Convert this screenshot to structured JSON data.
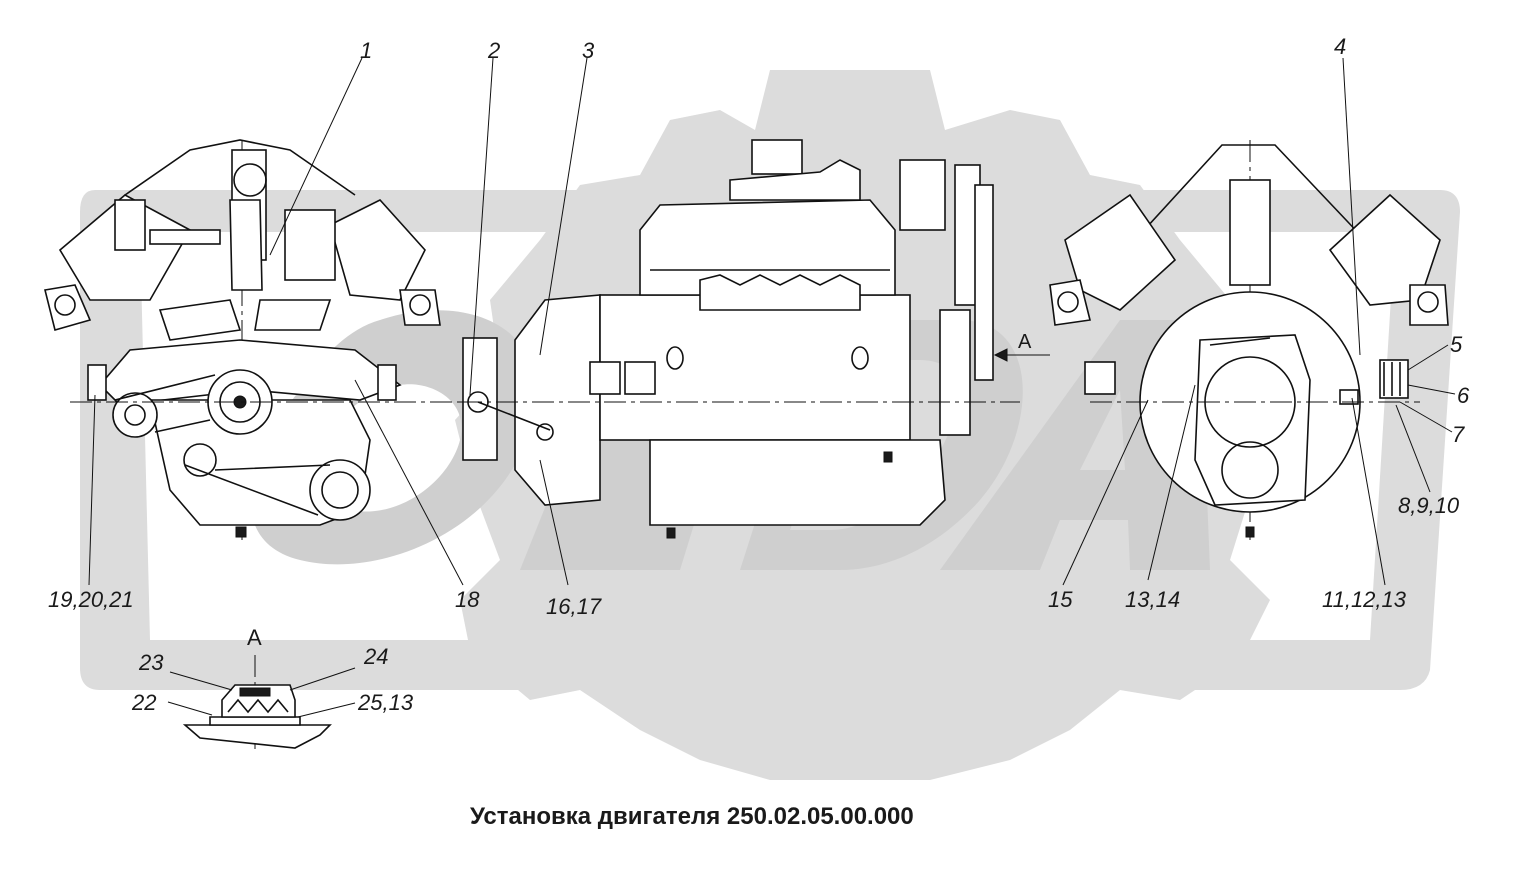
{
  "caption": "Установка двигателя 250.02.05.00.000",
  "view_marker": "A",
  "view_label": "A",
  "callouts": [
    {
      "id": "c1",
      "text": "1"
    },
    {
      "id": "c2",
      "text": "2"
    },
    {
      "id": "c3",
      "text": "3"
    },
    {
      "id": "c4",
      "text": "4"
    },
    {
      "id": "c5",
      "text": "5"
    },
    {
      "id": "c6",
      "text": "6"
    },
    {
      "id": "c7",
      "text": "7"
    },
    {
      "id": "c8",
      "text": "8,9,10"
    },
    {
      "id": "c11",
      "text": "11,12,13"
    },
    {
      "id": "c13",
      "text": "13,14"
    },
    {
      "id": "c15",
      "text": "15"
    },
    {
      "id": "c16",
      "text": "16,17"
    },
    {
      "id": "c18",
      "text": "18"
    },
    {
      "id": "c19",
      "text": "19,20,21"
    },
    {
      "id": "c22",
      "text": "22"
    },
    {
      "id": "c23",
      "text": "23"
    },
    {
      "id": "c24",
      "text": "24"
    },
    {
      "id": "c25",
      "text": "25,13"
    }
  ],
  "colors": {
    "watermark": "#d9d9d9",
    "line": "#111111",
    "background": "#ffffff"
  }
}
